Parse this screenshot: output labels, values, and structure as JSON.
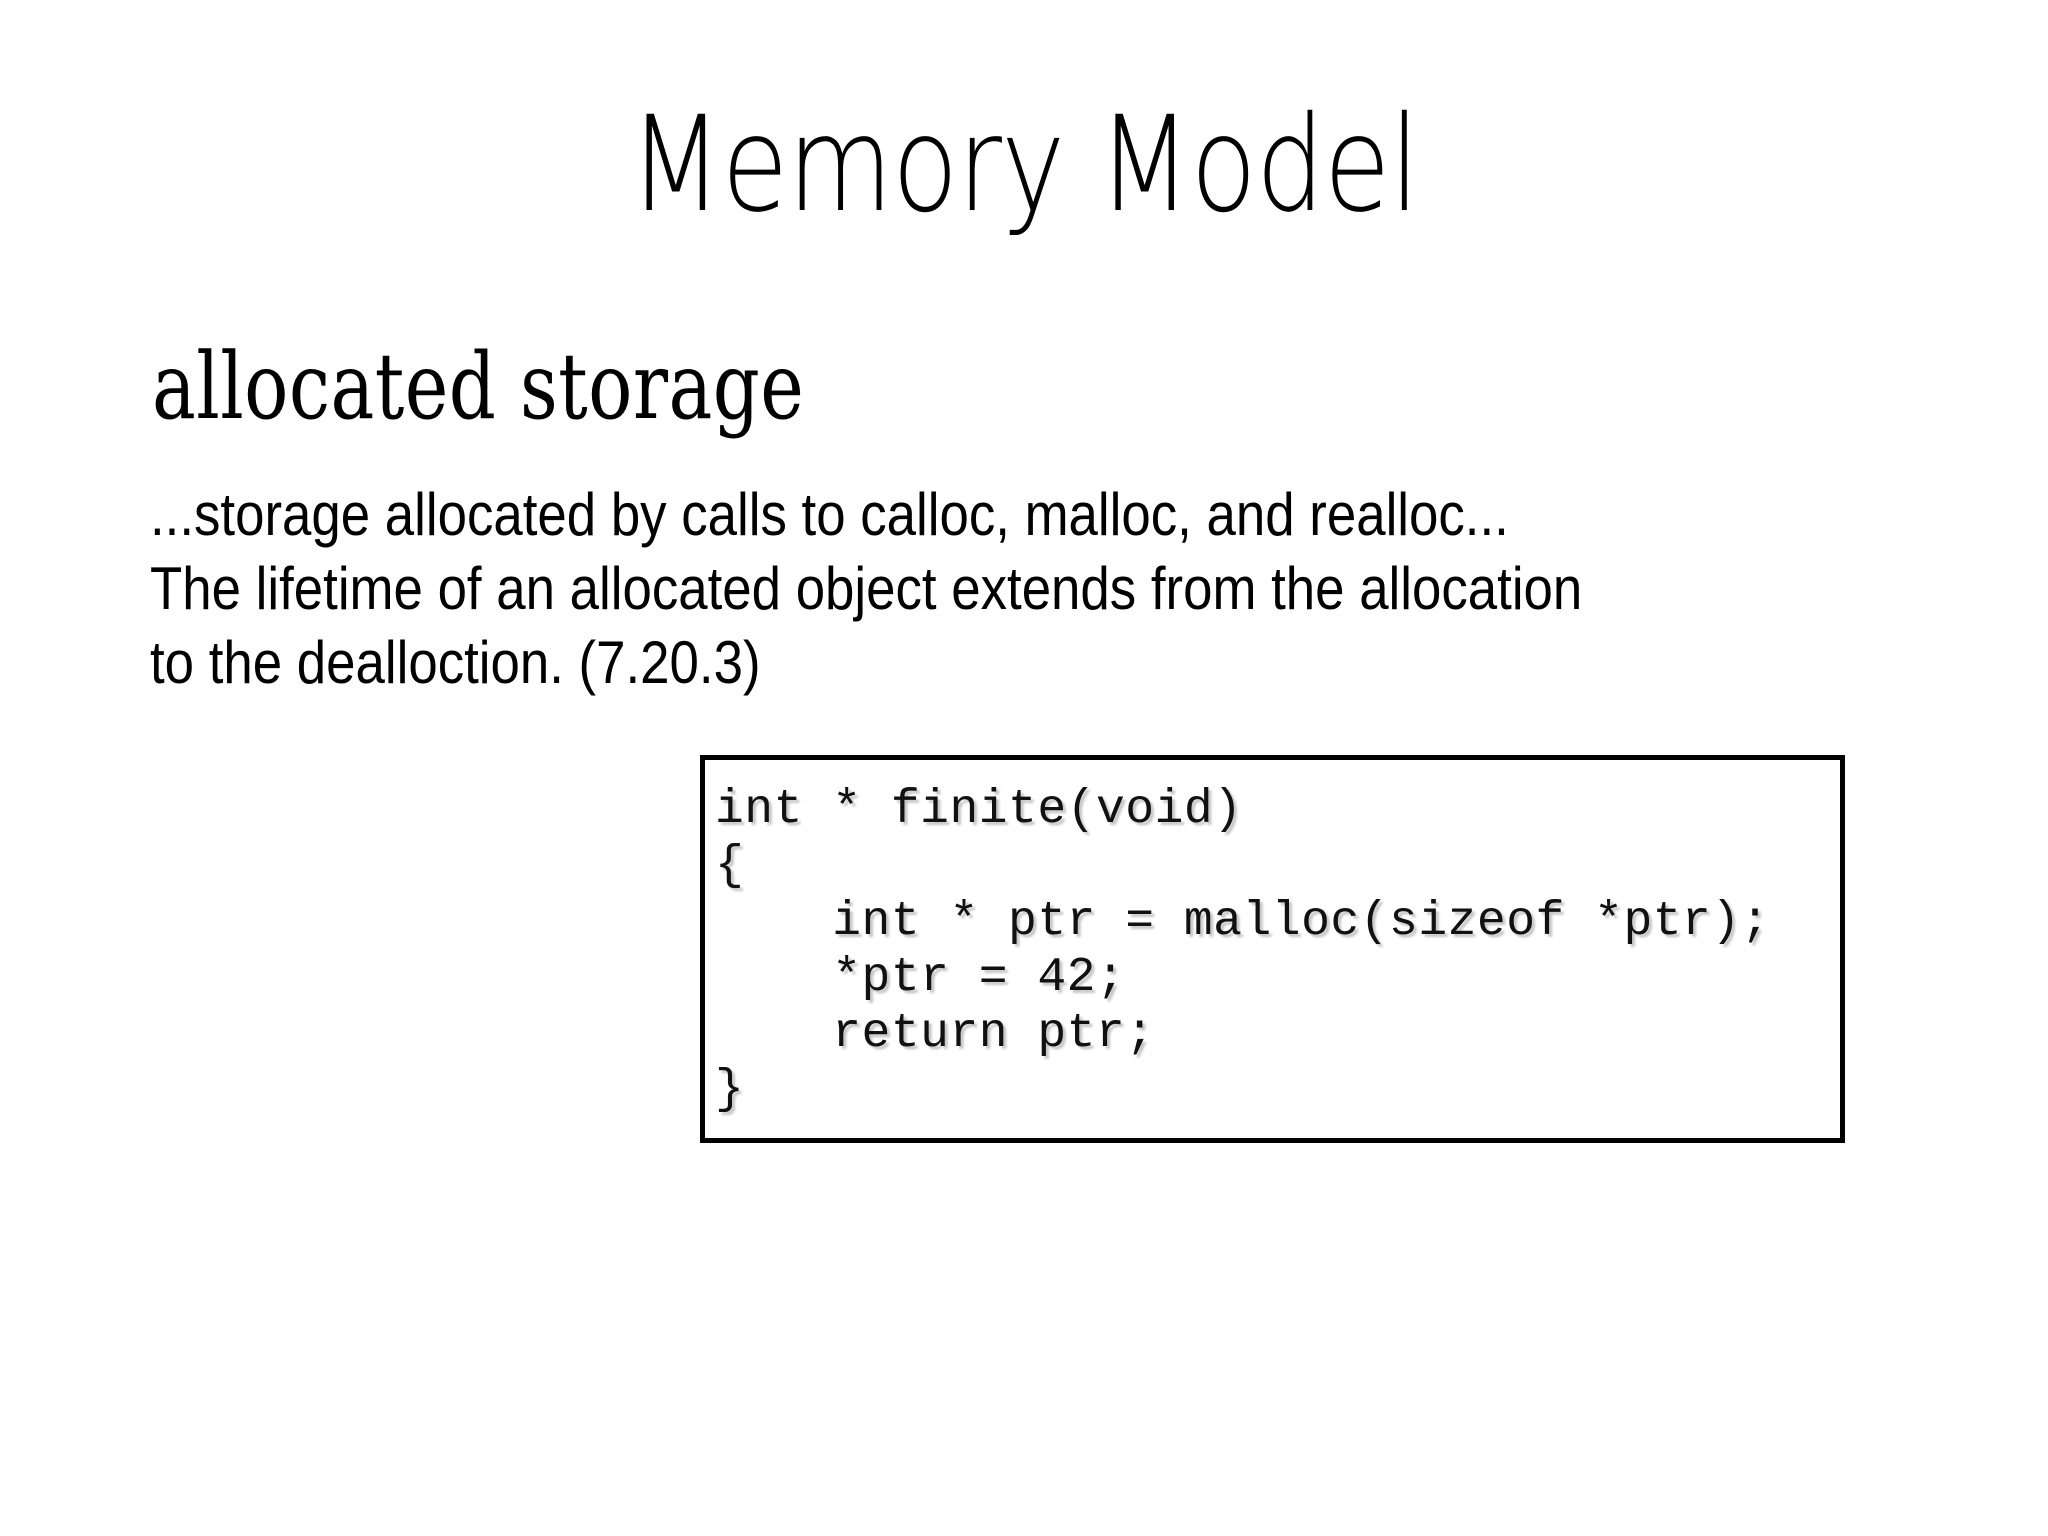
{
  "slide": {
    "title": "Memory Model",
    "section_heading": "allocated storage",
    "background_color": "#ffffff",
    "text_color": "#000000"
  },
  "quote": {
    "lines": [
      "...storage allocated by calls to calloc, malloc, and realloc...",
      "The lifetime of an allocated object extends from the allocation",
      "to the dealloction. (7.20.3)"
    ]
  },
  "code_box": {
    "border_color": "#000000",
    "language": "c",
    "lines": [
      "int * finite(void)",
      "{",
      "    int * ptr = malloc(sizeof *ptr);",
      "    *ptr = 42;",
      "    return ptr;",
      "}"
    ]
  }
}
